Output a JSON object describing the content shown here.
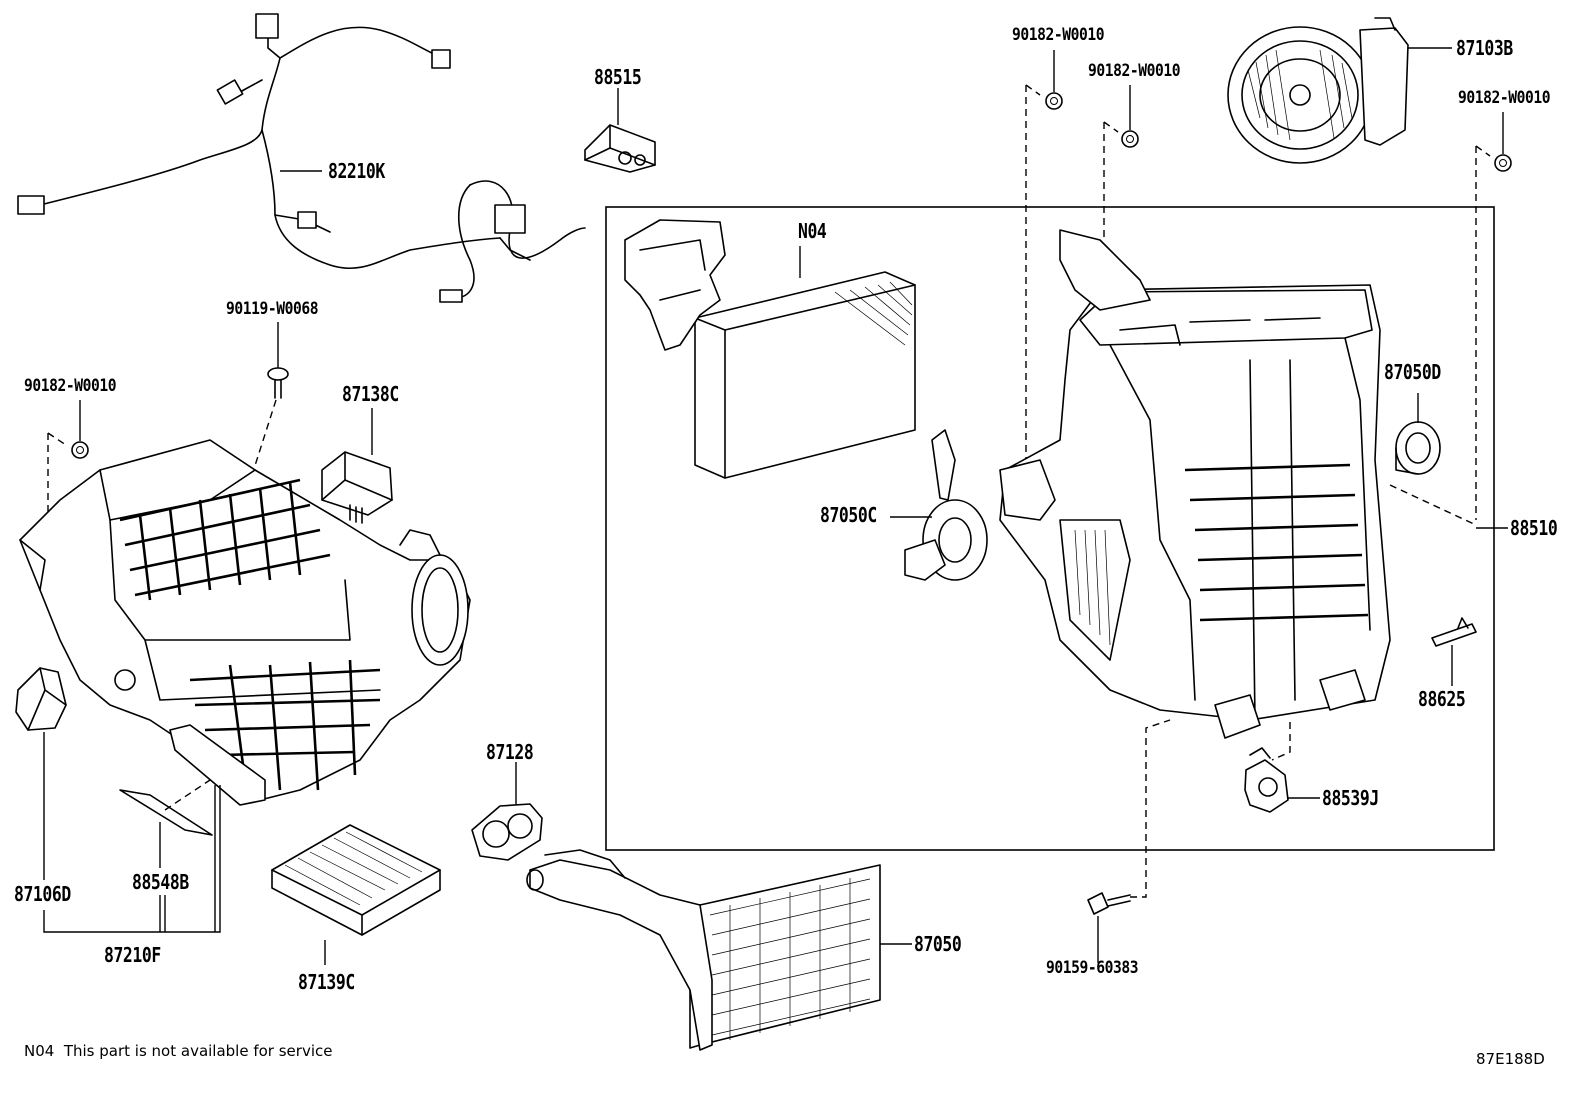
{
  "diagram_id": "87E188D",
  "footnote": "N04  This part is not available for service",
  "labels": {
    "p82210K": "82210K",
    "p88515": "88515",
    "p90182_top1": "90182-W0010",
    "p90182_top2": "90182-W0010",
    "p87103B": "87103B",
    "p90182_right": "90182-W0010",
    "p90119": "90119-W0068",
    "p90182_left": "90182-W0010",
    "p87138C": "87138C",
    "pN04": "N04",
    "p87050D": "87050D",
    "p87050C": "87050C",
    "p88510": "88510",
    "p88625": "88625",
    "p88539J": "88539J",
    "p87128": "87128",
    "p87106D": "87106D",
    "p88548B": "88548B",
    "p87210F": "87210F",
    "p87139C": "87139C",
    "p87050": "87050",
    "p90159": "90159-60383"
  }
}
